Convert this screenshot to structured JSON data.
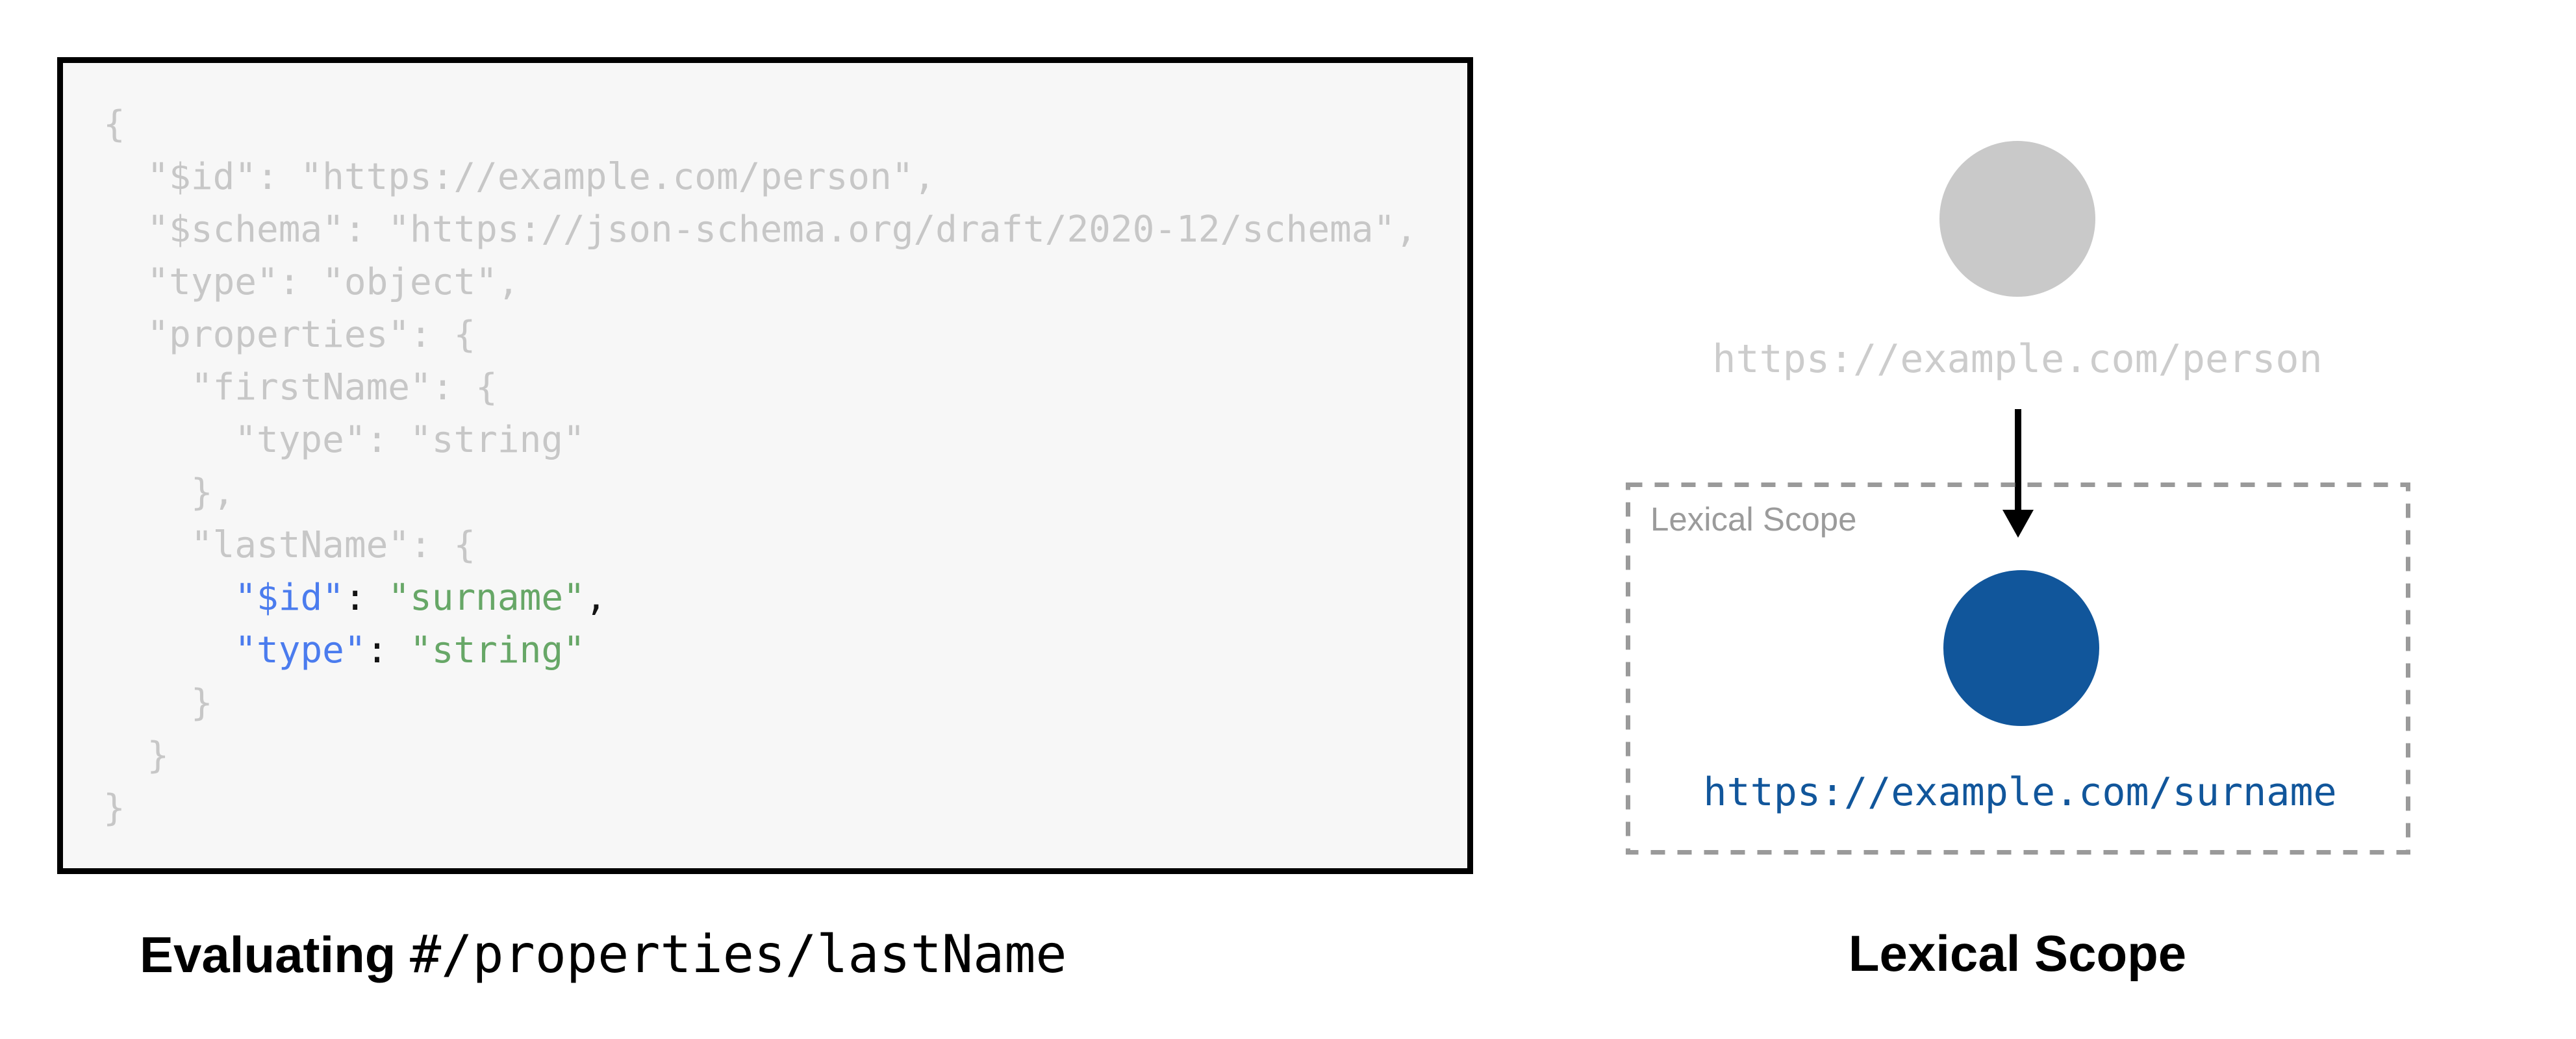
{
  "colors": {
    "panel_background": "#f7f7f7",
    "panel_border": "#000000",
    "code_dimmed": "#c7c7c7",
    "code_key_blue": "#4b7cee",
    "code_string_green": "#67a767",
    "code_punctuation": "#141414",
    "node_gray": "#c9c9c9",
    "node_blue": "#11569b",
    "person_label_gray": "#cccccc",
    "scope_dash_gray": "#9a9a9a",
    "scope_title_gray": "#9b9b9b",
    "arrow_black": "#000000",
    "caption_black": "#000000"
  },
  "code_panel": {
    "lines": [
      [
        {
          "t": "{",
          "c": "g"
        }
      ],
      [
        {
          "t": "  \"$id\": \"https://example.com/person\",",
          "c": "g"
        }
      ],
      [
        {
          "t": "  \"$schema\": \"https://json-schema.org/draft/2020-12/schema\",",
          "c": "g"
        }
      ],
      [
        {
          "t": "  \"type\": \"object\",",
          "c": "g"
        }
      ],
      [
        {
          "t": "  \"properties\": {",
          "c": "g"
        }
      ],
      [
        {
          "t": "    \"firstName\": {",
          "c": "g"
        }
      ],
      [
        {
          "t": "      \"type\": \"string\"",
          "c": "g"
        }
      ],
      [
        {
          "t": "    },",
          "c": "g"
        }
      ],
      [
        {
          "t": "    \"lastName\": {",
          "c": "g"
        }
      ],
      [
        {
          "t": "      ",
          "c": "g"
        },
        {
          "t": "\"$id\"",
          "c": "b"
        },
        {
          "t": ": ",
          "c": "p"
        },
        {
          "t": "\"surname\"",
          "c": "s"
        },
        {
          "t": ",",
          "c": "p"
        }
      ],
      [
        {
          "t": "      ",
          "c": "g"
        },
        {
          "t": "\"type\"",
          "c": "b"
        },
        {
          "t": ": ",
          "c": "p"
        },
        {
          "t": "\"string\"",
          "c": "s"
        }
      ],
      [
        {
          "t": "    }",
          "c": "g"
        }
      ],
      [
        {
          "t": "  }",
          "c": "g"
        }
      ],
      [
        {
          "t": "}",
          "c": "g"
        }
      ]
    ]
  },
  "left_caption": {
    "bold": "Evaluating ",
    "mono": "#/properties/lastName"
  },
  "diagram": {
    "person_label": "https://example.com/person",
    "scope_box_title": "Lexical Scope",
    "surname_label": "https://example.com/surname",
    "caption": "Lexical Scope"
  }
}
